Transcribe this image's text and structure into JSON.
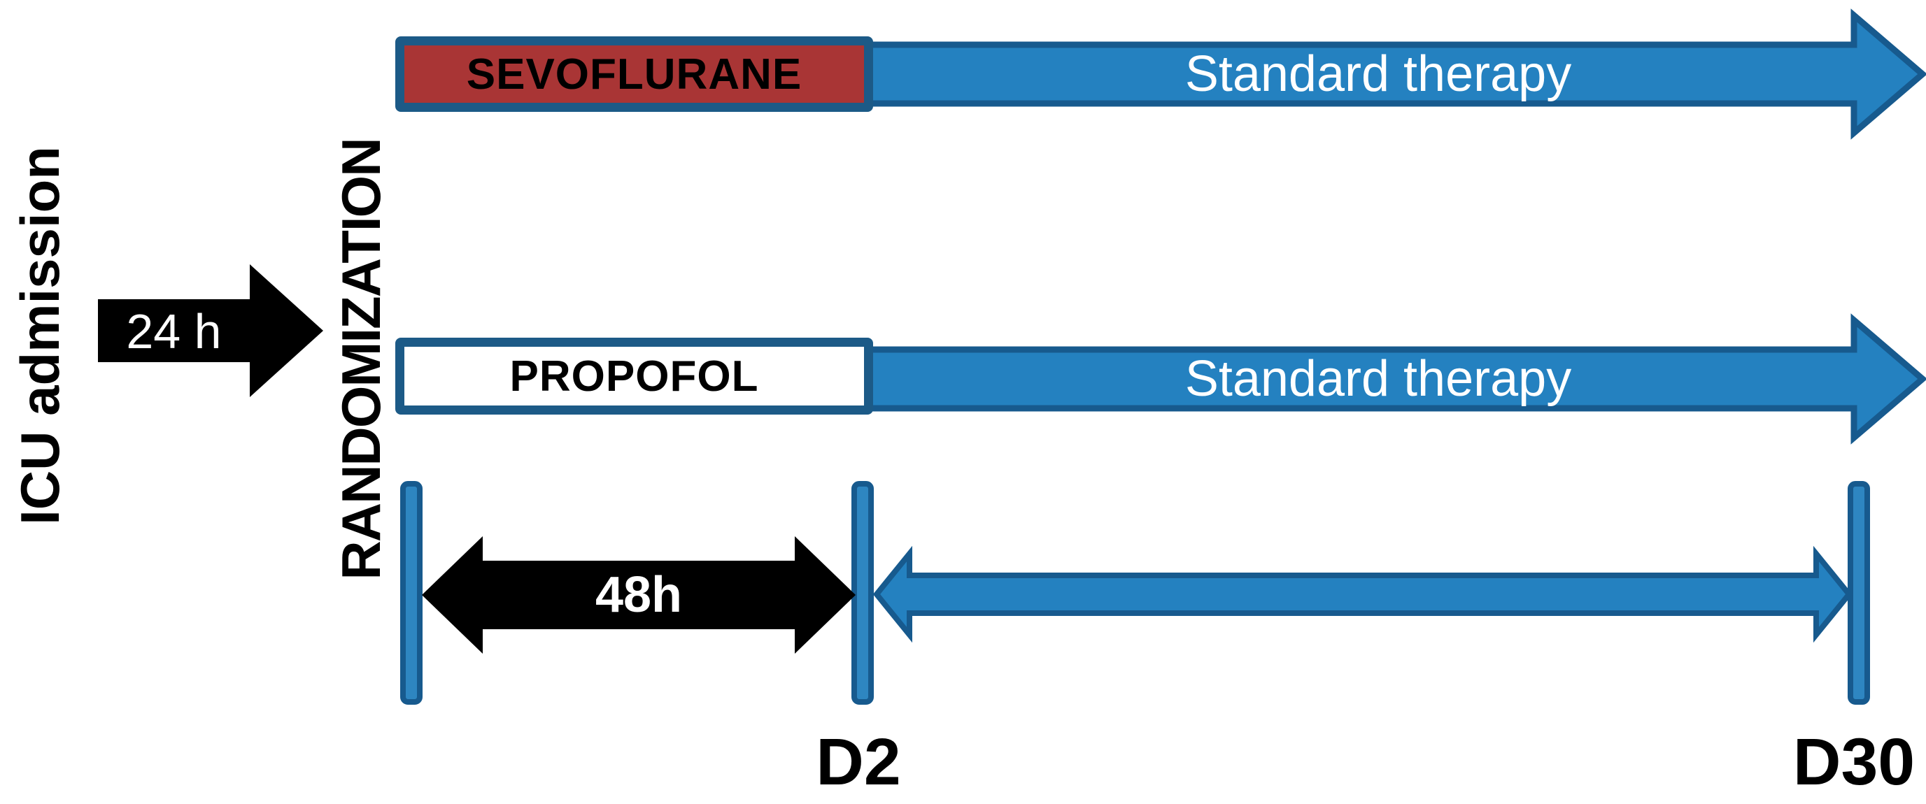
{
  "figure": {
    "left_labels": {
      "icu": "ICU admission",
      "randomization": "RANDOMIZATION"
    },
    "admission_arrow": {
      "label": "24 h"
    },
    "arms": [
      {
        "drug": "SEVOFLURANE",
        "therapy": "Standard therapy"
      },
      {
        "drug": "PROPOFOL",
        "therapy": "Standard therapy"
      }
    ],
    "timeline": {
      "sedation_duration": "48h",
      "milestones": [
        {
          "label": "D2"
        },
        {
          "label": "D30"
        }
      ]
    },
    "colors": {
      "blue_fill": "#2481C0",
      "blue_border": "#175A8E",
      "box_border": "#1C5A87",
      "sevoflurane_red": "#A93535",
      "propofol_white": "#FFFFFF",
      "black": "#000000",
      "white_text": "#FFFFFF"
    }
  }
}
